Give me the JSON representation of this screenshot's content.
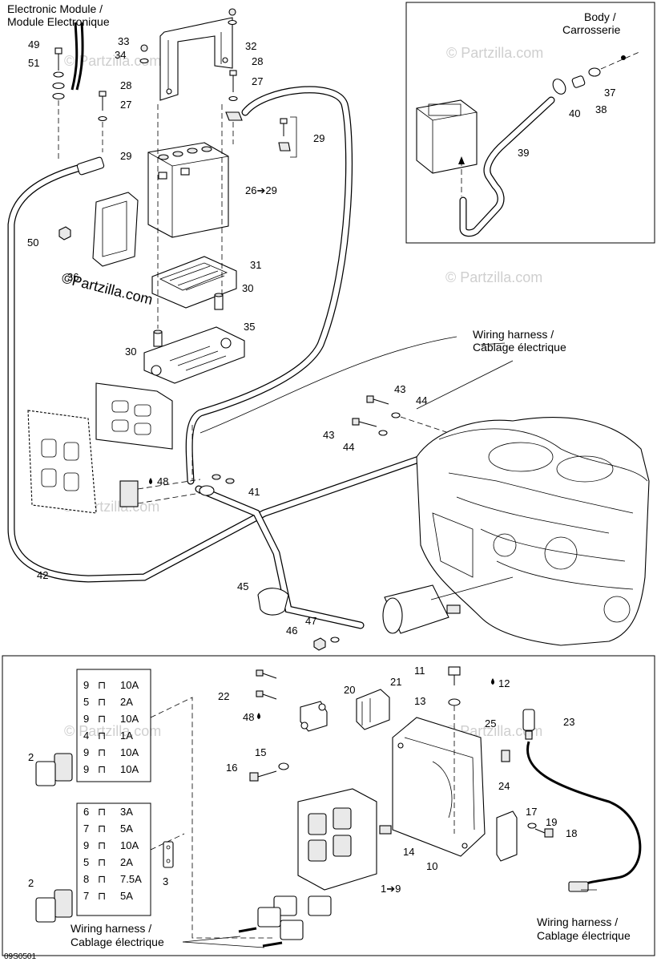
{
  "labels": {
    "electronic_module": "Electronic Module /",
    "module_electronique": "Module Electronique",
    "body": "Body /",
    "carrosserie": "Carrosserie",
    "wiring_harness_top": "Wiring harness /",
    "cablage_top": "Câblage électrique",
    "wiring_harness_left": "Wiring harness /",
    "cablage_left": "Cablage électrique",
    "wiring_harness_right": "Wiring harness /",
    "cablage_right": "Cablage électrique"
  },
  "watermarks": {
    "brand": "©Partzilla.com",
    "faint": "© Partzilla.com"
  },
  "diagram_code": "09S0501",
  "callouts": {
    "c49": "49",
    "c51": "51",
    "c33": "33",
    "c34": "34",
    "c32": "32",
    "c28a": "28",
    "c27a": "27",
    "c28b": "28",
    "c27b": "27",
    "c29a": "29",
    "c29b": "29",
    "c26": "26➔29",
    "c50": "50",
    "c36": "36",
    "c31": "31",
    "c30a": "30",
    "c30b": "30",
    "c35": "35",
    "c37": "37",
    "c38": "38",
    "c40": "40",
    "c39": "39",
    "c43a": "43",
    "c44a": "44",
    "c43b": "43",
    "c44b": "44",
    "c48a": "48",
    "c41": "41",
    "c42": "42",
    "c45": "45",
    "c47": "47",
    "c46": "46",
    "c11": "11",
    "c12": "12",
    "c13": "13",
    "c22": "22",
    "c20": "20",
    "c21": "21",
    "c48b": "48",
    "c23": "23",
    "c25": "25",
    "c15": "15",
    "c16": "16",
    "c24": "24",
    "c2a": "2",
    "c2b": "2",
    "c3": "3",
    "c17": "17",
    "c19": "19",
    "c18": "18",
    "c14": "14",
    "c10": "10",
    "c1": "1➔9"
  },
  "fuse_box_top": [
    {
      "num": "9",
      "amp": "10A"
    },
    {
      "num": "5",
      "amp": "2A"
    },
    {
      "num": "9",
      "amp": "10A"
    },
    {
      "num": "4",
      "amp": "1A"
    },
    {
      "num": "9",
      "amp": "10A"
    },
    {
      "num": "9",
      "amp": "10A"
    }
  ],
  "fuse_box_bottom": [
    {
      "num": "6",
      "amp": "3A"
    },
    {
      "num": "7",
      "amp": "5A"
    },
    {
      "num": "9",
      "amp": "10A"
    },
    {
      "num": "5",
      "amp": "2A"
    },
    {
      "num": "8",
      "amp": "7.5A"
    },
    {
      "num": "7",
      "amp": "5A"
    }
  ]
}
